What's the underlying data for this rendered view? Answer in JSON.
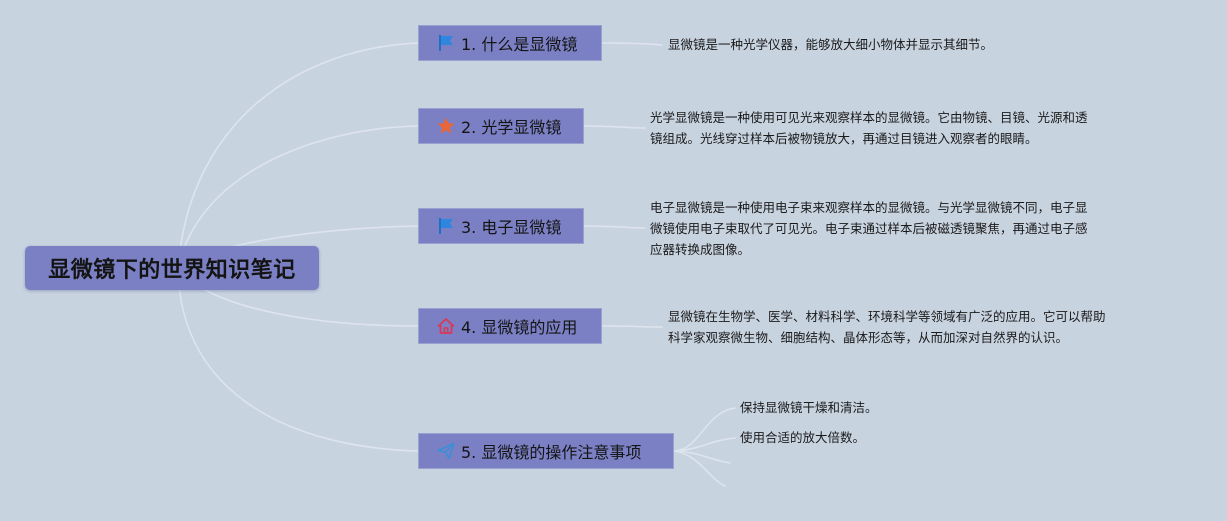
{
  "root": {
    "title": "显微镜下的世界知识笔记"
  },
  "topics": [
    {
      "label": "1. 什么是显微镜",
      "icon": "flag-icon",
      "icon_color": "#2e86de",
      "notes": [
        "显微镜是一种光学仪器，能够放大细小物体并显示其细节。"
      ]
    },
    {
      "label": "2. 光学显微镜",
      "icon": "star-icon",
      "icon_color": "#e8663a",
      "notes": [
        "光学显微镜是一种使用可见光来观察样本的显微镜。它由物镜、目镜、光源和透",
        "镜组成。光线穿过样本后被物镜放大，再通过目镜进入观察者的眼睛。"
      ]
    },
    {
      "label": "3. 电子显微镜",
      "icon": "flag-icon",
      "icon_color": "#2e86de",
      "notes": [
        "电子显微镜是一种使用电子束来观察样本的显微镜。与光学显微镜不同，电子显",
        "微镜使用电子束取代了可见光。电子束通过样本后被磁透镜聚焦，再通过电子感",
        "应器转换成图像。"
      ]
    },
    {
      "label": "4. 显微镜的应用",
      "icon": "home-icon",
      "icon_color": "#d63a5a",
      "notes": [
        "显微镜在生物学、医学、材料科学、环境科学等领域有广泛的应用。它可以帮助",
        "科学家观察微生物、细胞结构、晶体形态等，从而加深对自然界的认识。"
      ]
    },
    {
      "label": "5. 显微镜的操作注意事项",
      "icon": "paper-plane-icon",
      "icon_color": "#3a8fd6",
      "items": [
        "保持显微镜干燥和清洁。",
        "使用合适的放大倍数。"
      ]
    }
  ]
}
